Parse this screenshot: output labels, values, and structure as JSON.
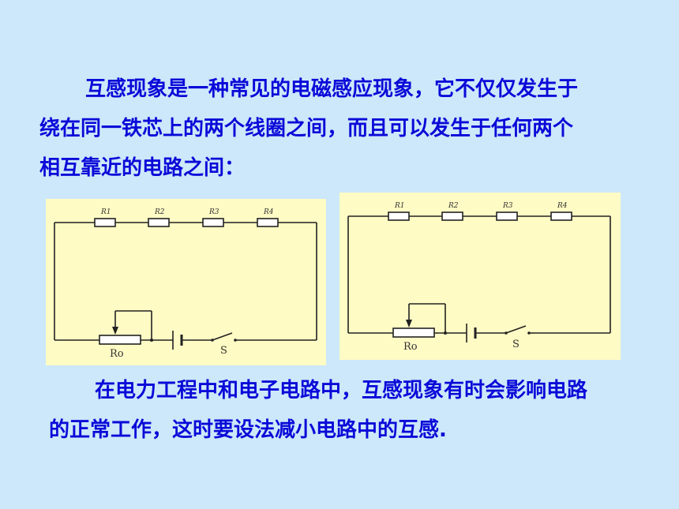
{
  "paragraph1": {
    "line1": "互感现象是一种常见的电磁感应现象，它不仅仅发生于",
    "line2": "绕在同一铁芯上的两个线圈之间，而且可以发生于任何两个",
    "line3": "相互靠近的电路之间："
  },
  "paragraph2": {
    "line1": "在电力工程中和电子电路中，互感现象有时会影响电路",
    "line2": "的正常工作，这时要设法减小电路中的互感."
  },
  "circuit_left": {
    "resistor_labels": [
      "R1",
      "R2",
      "R3",
      "R4"
    ],
    "rheostat_label": "Ro",
    "switch_label": "S"
  },
  "circuit_right": {
    "resistor_labels": [
      "R1",
      "R2",
      "R3",
      "R4"
    ],
    "rheostat_label": "Ro",
    "switch_label": "S"
  },
  "colors": {
    "background": "#cce8fa",
    "text": "#0a0ad8",
    "panel": "#fffbc4",
    "wire": "#222222"
  }
}
